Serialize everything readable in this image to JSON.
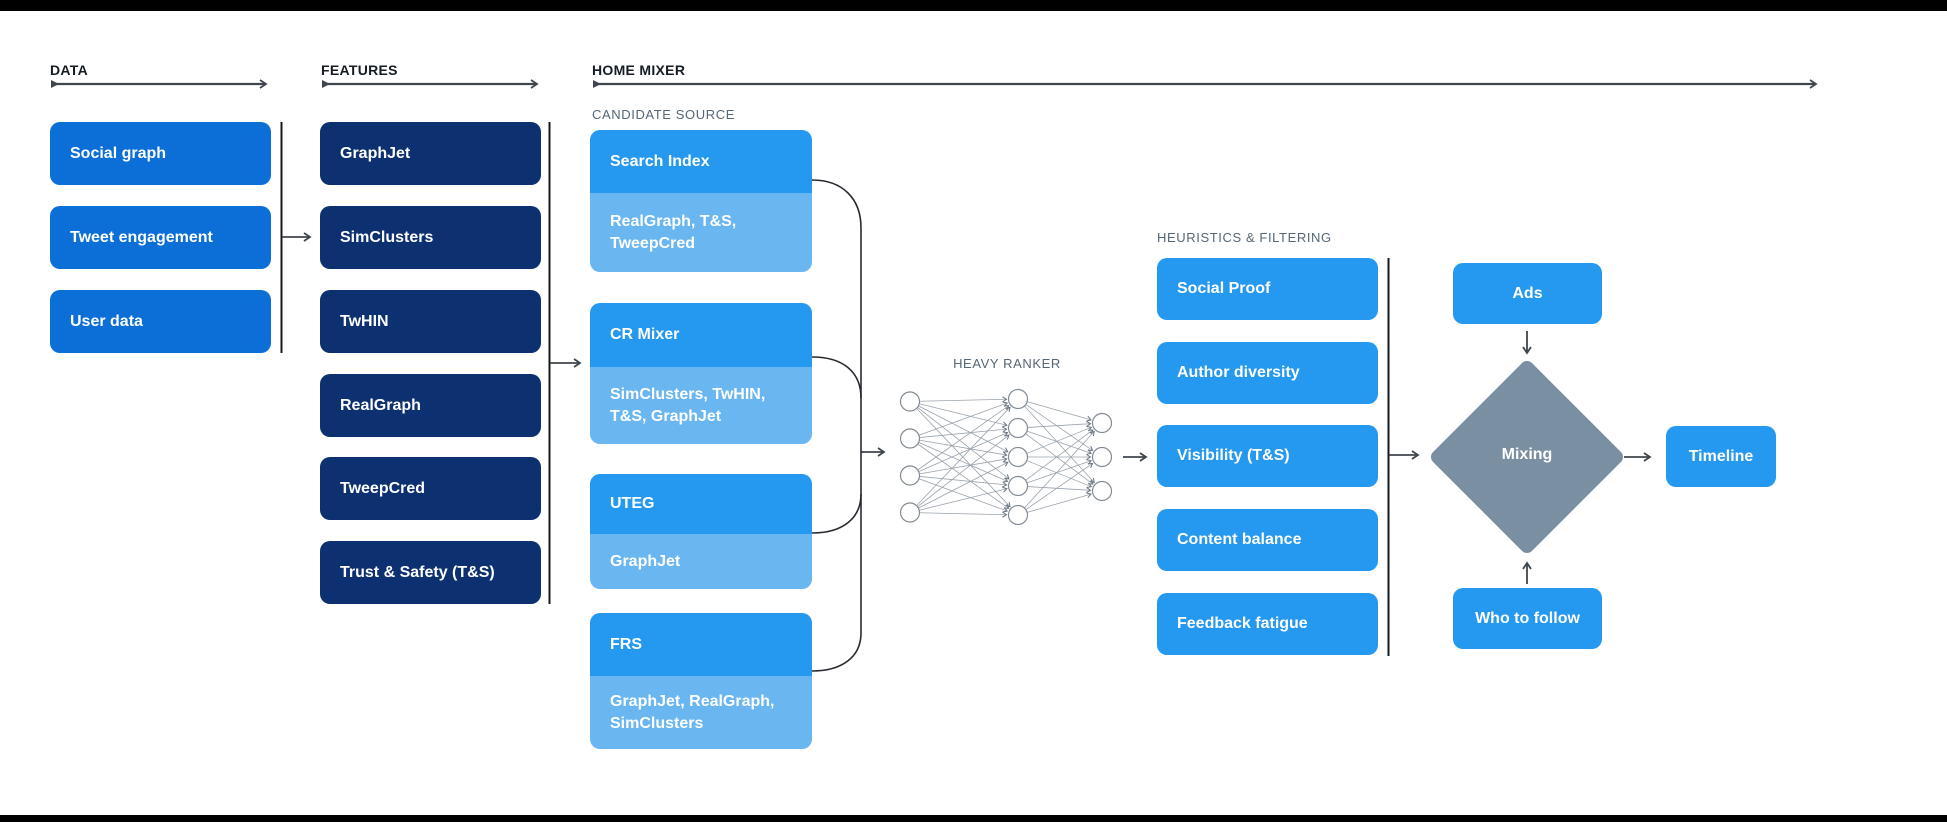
{
  "page": {
    "background": "#ffffff",
    "letterbox_color": "#000000"
  },
  "colors": {
    "data_box": "#0b6fd7",
    "feature_box": "#0d3170",
    "bright_box": "#2598f0",
    "light_box": "#69b6f1",
    "diamond": "#7b8fa3",
    "section_title": "#151c24",
    "sub_label": "#546678",
    "arrow": "#3f464d"
  },
  "sections": {
    "data": {
      "title": "DATA",
      "items": [
        "Social graph",
        "Tweet engagement",
        "User data"
      ]
    },
    "features": {
      "title": "FEATURES",
      "items": [
        "GraphJet",
        "SimClusters",
        "TwHIN",
        "RealGraph",
        "TweepCred",
        "Trust & Safety (T&S)"
      ]
    },
    "home_mixer": {
      "title": "HOME MIXER",
      "candidate_source": {
        "label": "CANDIDATE SOURCE",
        "groups": [
          {
            "name": "Search Index",
            "sub": "RealGraph, T&S, TweepCred"
          },
          {
            "name": "CR Mixer",
            "sub": "SimClusters, TwHIN, T&S, GraphJet"
          },
          {
            "name": "UTEG",
            "sub": "GraphJet"
          },
          {
            "name": "FRS",
            "sub": "GraphJet, RealGraph, SimClusters"
          }
        ]
      },
      "heavy_ranker": {
        "label": "HEAVY RANKER",
        "layers": [
          4,
          5,
          3
        ]
      },
      "heuristics": {
        "label": "HEURISTICS & FILTERING",
        "items": [
          "Social Proof",
          "Author diversity",
          "Visibility (T&S)",
          "Content balance",
          "Feedback fatigue"
        ]
      },
      "mixing": {
        "ads": "Ads",
        "diamond": "Mixing",
        "who_to_follow": "Who to follow",
        "timeline": "Timeline"
      }
    }
  }
}
